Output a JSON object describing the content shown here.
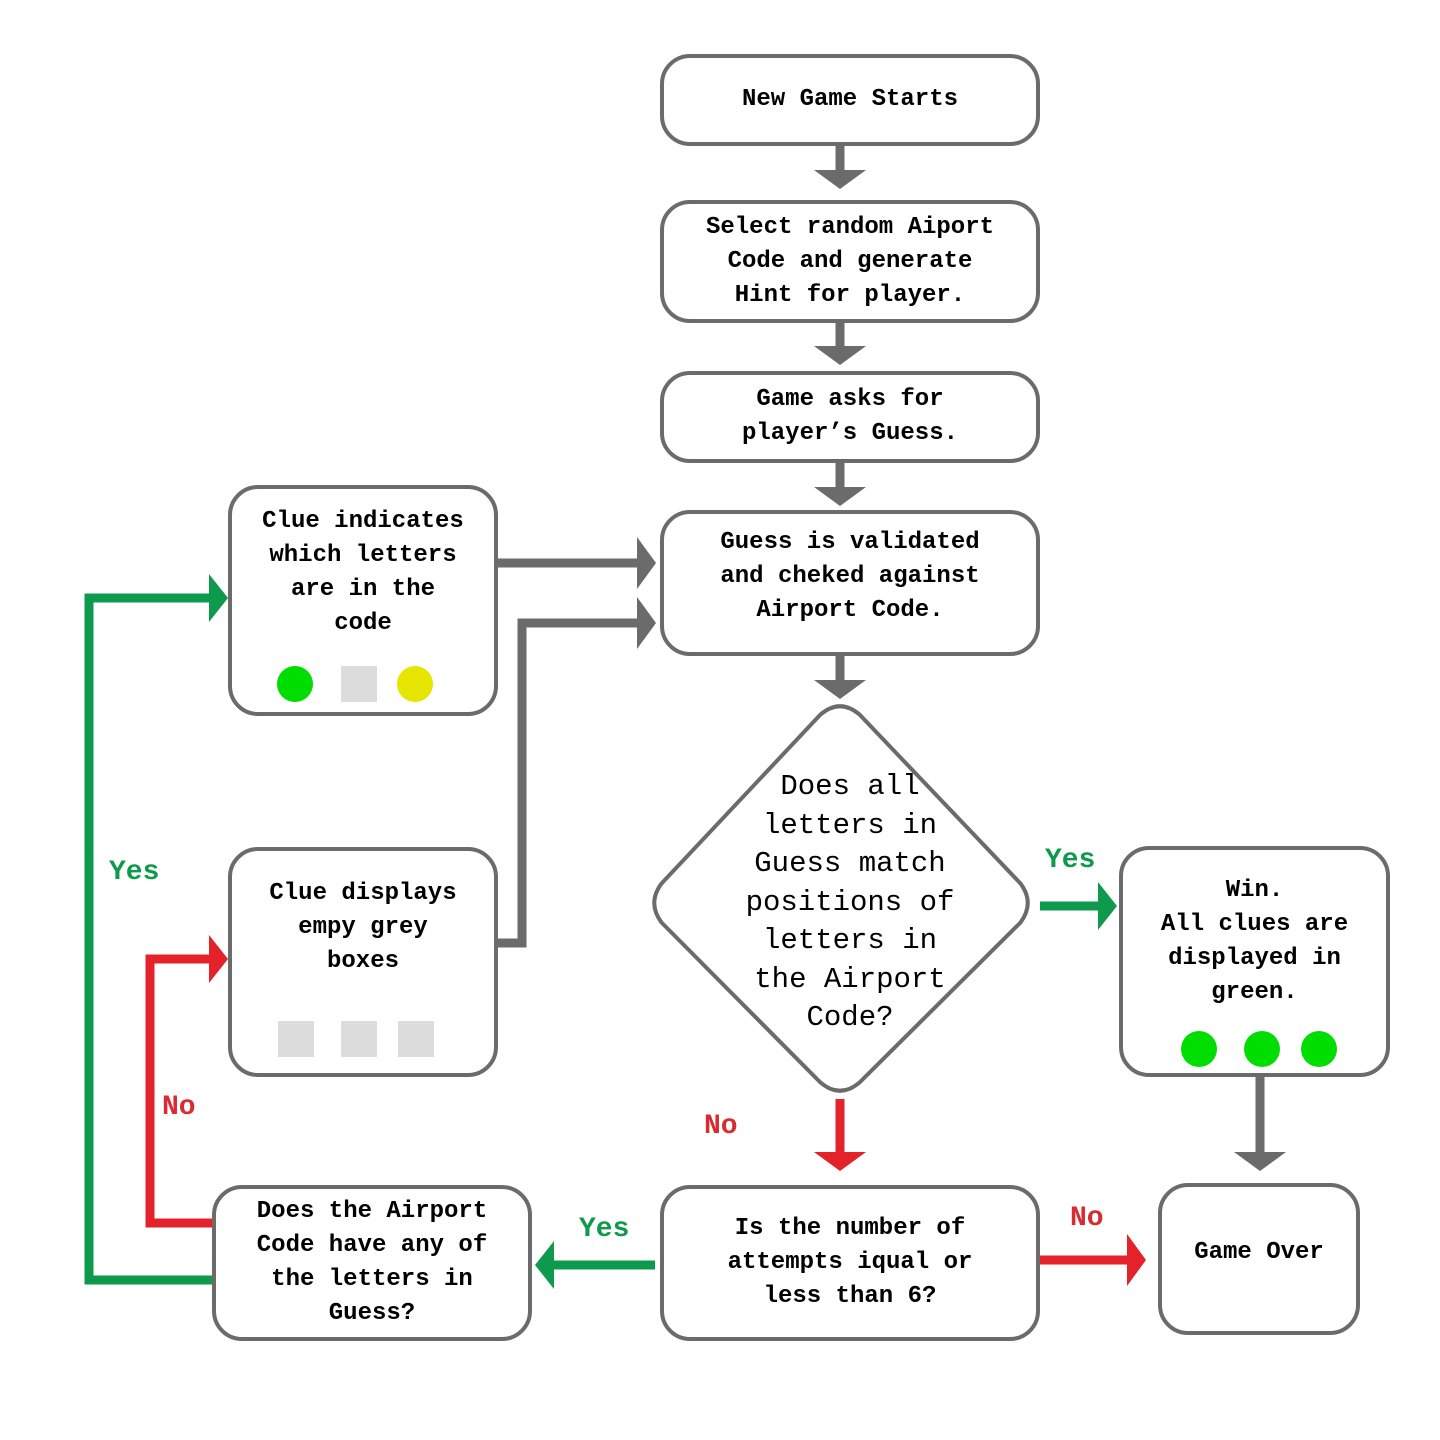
{
  "colors": {
    "border": "#6b6b6b",
    "arrow_gray": "#6b6b6b",
    "arrow_green": "#0e9a4c",
    "arrow_red": "#e32229",
    "label_green": "#0e9a4c",
    "label_red": "#d82b32",
    "dot_green": "#00dd00",
    "dot_yellow": "#e5e500",
    "grey_box": "#dcdcdc"
  },
  "nodes": {
    "start": {
      "text": "New Game Starts"
    },
    "select_code": {
      "text": "Select random Aiport\nCode and generate\nHint for player."
    },
    "ask_guess": {
      "text": "Game asks for\nplayer’s Guess."
    },
    "validate": {
      "text": "Guess is validated\nand cheked against\nAirport Code."
    },
    "match_decision": {
      "text": "Does all\nletters in\nGuess match\npositions of\nletters in\nthe Airport\nCode?"
    },
    "win": {
      "text": "Win.\nAll clues are\ndisplayed in\ngreen.",
      "icons": [
        "green-dot",
        "green-dot",
        "green-dot"
      ]
    },
    "clue_letters": {
      "text": "Clue indicates\nwhich letters\nare in the\ncode",
      "icons": [
        "green-dot",
        "grey-box",
        "yellow-dot"
      ]
    },
    "clue_empty": {
      "text": "Clue displays\nempy grey\nboxes",
      "icons": [
        "grey-box",
        "grey-box",
        "grey-box"
      ]
    },
    "attempts": {
      "text": "Is the number of\nattempts iqual or\nless than 6?"
    },
    "any_letters": {
      "text": "Does the Airport\nCode have any of\nthe letters in\nGuess?"
    },
    "game_over": {
      "text": "Game Over"
    }
  },
  "labels": {
    "match_yes": "Yes",
    "match_no": "No",
    "attempts_yes": "Yes",
    "attempts_no": "No",
    "letters_yes": "Yes",
    "letters_no": "No"
  }
}
